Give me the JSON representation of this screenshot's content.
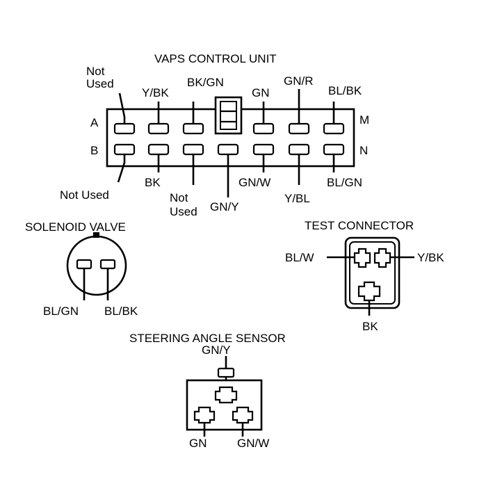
{
  "vaps": {
    "title": "VAPS CONTROL UNIT",
    "row_a": "A",
    "row_b": "B",
    "row_m": "M",
    "row_n": "N",
    "top_labels": {
      "not_used_1": "Not",
      "not_used_2": "Used",
      "y_bk": "Y/BK",
      "bk_gn": "BK/GN",
      "gn": "GN",
      "gn_r": "GN/R",
      "bl_bk": "BL/BK"
    },
    "bottom_labels": {
      "not_used": "Not Used",
      "bk": "BK",
      "not_used_1": "Not",
      "not_used_2": "Used",
      "gn_y": "GN/Y",
      "gn_w": "GN/W",
      "y_bl": "Y/BL",
      "bl_gn": "BL/GN"
    }
  },
  "solenoid": {
    "title": "SOLENOID VALVE",
    "left": "BL/GN",
    "right": "BL/BK"
  },
  "test_connector": {
    "title": "TEST CONNECTOR",
    "left": "BL/W",
    "right": "Y/BK",
    "bottom": "BK"
  },
  "steering": {
    "title": "STEERING ANGLE SENSOR",
    "top": "GN/Y",
    "left": "GN",
    "right": "GN/W"
  }
}
